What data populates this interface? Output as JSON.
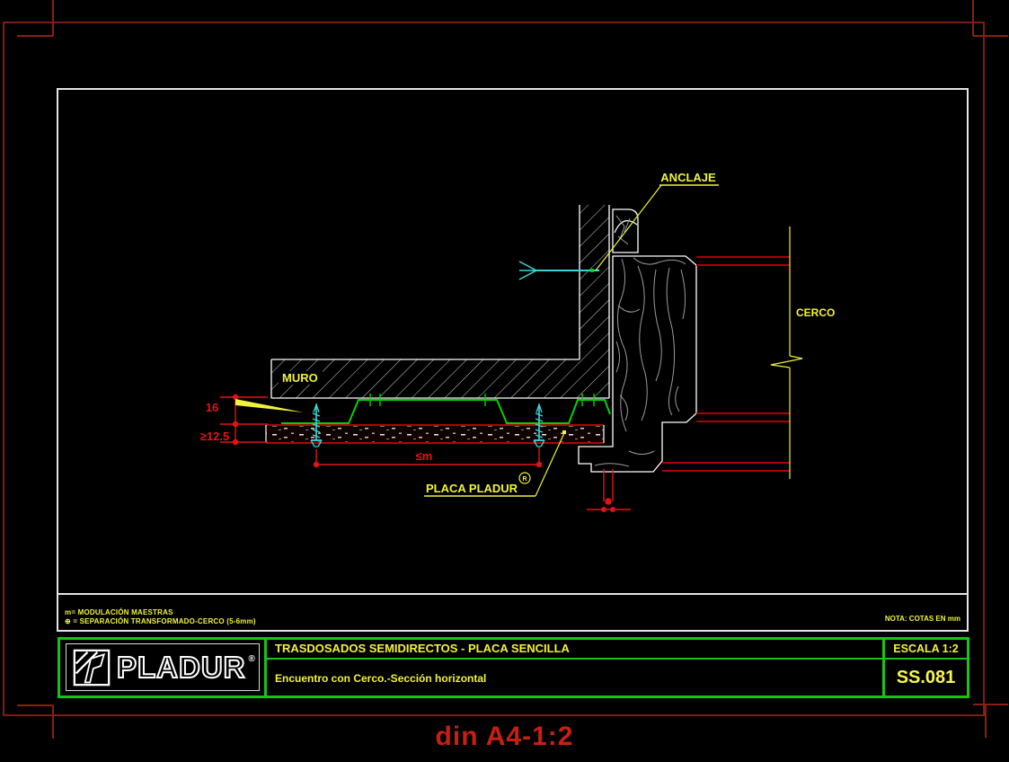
{
  "sheet": {
    "format_label": "din A4-1:2"
  },
  "notes": {
    "left_line1": "m= MODULACIÓN MAESTRAS",
    "left_line2": "⊕ = SEPARACIÓN TRANSFORMADO-CERCO (5-6mm)",
    "right_note": "NOTA: COTAS EN mm"
  },
  "drawing": {
    "labels": {
      "muro": "MURO",
      "anclaje": "ANCLAJE",
      "cerco": "CERCO",
      "placa": "PLACA PLADUR",
      "placa_reg": "R"
    },
    "dimensions": {
      "gap_16": "16",
      "board_min": "≥12.5",
      "modulation_max": "≤m"
    }
  },
  "title_block": {
    "logo_text": "PLADUR",
    "logo_reg": "®",
    "title": "TRASDOSADOS SEMIDIRECTOS - PLACA SENCILLA",
    "subtitle": "Encuentro con Cerco.-Sección horizontal",
    "scale_label": "ESCALA 1:2",
    "sheet_code": "SS.081"
  },
  "colors": {
    "background": "#000000",
    "dimension_red": "#e01414",
    "section_red": "#a80000",
    "border_red": "#7e1d10",
    "annotation_yellow": "#f2f23a",
    "profile_green": "#00d400",
    "anchor_cyan": "#3cd6d6",
    "titleblock_green": "#16c516",
    "line_white": "#ffffff"
  }
}
